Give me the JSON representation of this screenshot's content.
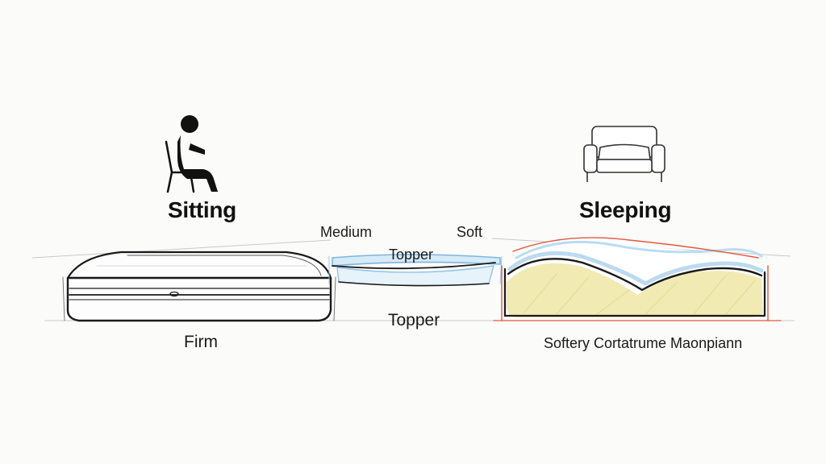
{
  "diagram": {
    "headings": {
      "sitting": "Sitting",
      "sleeping": "Sleeping"
    },
    "labels": {
      "medium": "Medium",
      "soft": "Soft",
      "topper_upper": "Topper",
      "topper_lower": "Topper",
      "firm": "Firm",
      "caption_right": "Softery Cortatrume  Maonpiann"
    },
    "icons": {
      "left": "seated-person-icon",
      "right": "armchair-icon"
    },
    "colors": {
      "ink": "#1a1a1a",
      "topper_blue": "#9fcbea",
      "soft_blue": "#b9dcf3",
      "foam_yellow": "#efe6a6",
      "outline_red": "#e4583a"
    }
  }
}
